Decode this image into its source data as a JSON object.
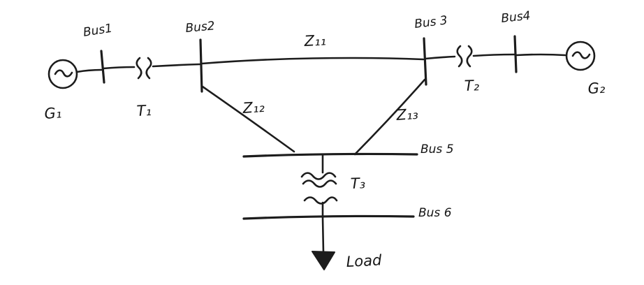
{
  "diagram": {
    "title": "Hand-drawn power system one-line diagram",
    "colors": {
      "ink": "#1c1c1c",
      "background": "#ffffff"
    },
    "labels": {
      "bus1": "Bus1",
      "bus2": "Bus2",
      "bus3": "Bus 3",
      "bus4": "Bus4",
      "bus5": "Bus 5",
      "bus6": "Bus 6",
      "g1": "G₁",
      "g2": "G₂",
      "t1": "T₁",
      "t2": "T₂",
      "t3": "T₃",
      "z11": "Z₁₁",
      "z12": "Z₁₂",
      "z13": "Z₁₃",
      "load": "Load"
    }
  }
}
